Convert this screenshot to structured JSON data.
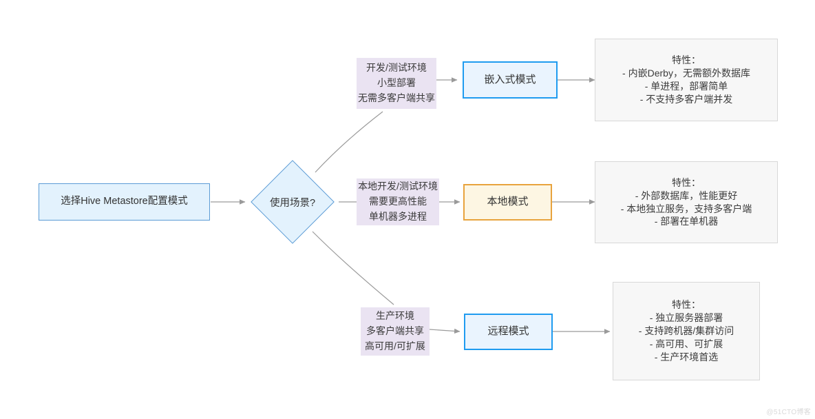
{
  "diagram": {
    "type": "flowchart",
    "title_text": "",
    "colors": {
      "start_fill": "#e3f2fd",
      "start_stroke": "#5b9bd5",
      "decision_fill": "#e3f2fd",
      "decision_stroke": "#5b9bd5",
      "mode_blue_fill": "#eaf4fe",
      "mode_blue_stroke": "#1e9bf0",
      "mode_amber_fill": "#fdf6e3",
      "mode_amber_stroke": "#e8a33d",
      "detail_fill": "#f7f7f7",
      "detail_stroke": "#d8d8d8",
      "edge_label_fill": "#eae3f2",
      "edge_stroke": "#9a9a9a",
      "text": "#333333"
    },
    "start_node": {
      "label": "选择Hive Metastore配置模式"
    },
    "decision_node": {
      "label": "使用场景?"
    },
    "branches": [
      {
        "id": "embedded",
        "edge_label_lines": [
          "开发/测试环境",
          "小型部署",
          "无需多客户端共享"
        ],
        "mode_label": "嵌入式模式",
        "mode_style": "blue",
        "detail_lines": [
          "特性：",
          "- 内嵌Derby，无需额外数据库",
          "- 单进程，部署简单",
          "- 不支持多客户端并发"
        ]
      },
      {
        "id": "local",
        "edge_label_lines": [
          "本地开发/测试环境",
          "需要更高性能",
          "单机器多进程"
        ],
        "mode_label": "本地模式",
        "mode_style": "amber",
        "detail_lines": [
          "特性：",
          "- 外部数据库，性能更好",
          "- 本地独立服务，支持多客户端",
          "- 部署在单机器"
        ]
      },
      {
        "id": "remote",
        "edge_label_lines": [
          "生产环境",
          "多客户端共享",
          "高可用/可扩展"
        ],
        "mode_label": "远程模式",
        "mode_style": "blue",
        "detail_lines": [
          "特性：",
          "- 独立服务器部署",
          "- 支持跨机器/集群访问",
          "- 高可用、可扩展",
          "- 生产环境首选"
        ]
      }
    ],
    "watermark": "@51CTO博客"
  }
}
